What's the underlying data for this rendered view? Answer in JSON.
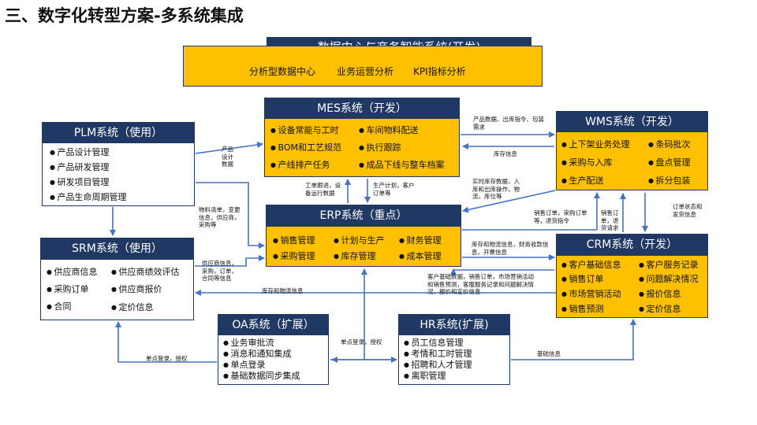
{
  "page_title": "三、数字化转型方案-多系统集成",
  "data_center": {
    "title": "数据中心与商务智能系统(开发)",
    "items": [
      "分析型数据中心",
      "业务运营分析",
      "KPI指标分析"
    ]
  },
  "mes": {
    "title": "MES系统（开发）",
    "items": [
      "设备常能与工时",
      "车间物料配送",
      "BOM和工艺规范",
      "执行跟踪",
      "产线排产任务",
      "成品下线与整车档案"
    ]
  },
  "plm": {
    "title": "PLM系统（使用）",
    "items": [
      "产品设计管理",
      "产品研发管理",
      "研发项目管理",
      "产品生命周期管理"
    ]
  },
  "wms": {
    "title": "WMS系统（开发）",
    "items": [
      "上下架业务处理",
      "条码批次",
      "采购与入库",
      "盘点管理",
      "生产配送",
      "拆分包装"
    ]
  },
  "erp": {
    "title": "ERP系统（重点）",
    "items": [
      "销售管理",
      "计划与生产",
      "财务管理",
      "采购管理",
      "库存管理",
      "成本管理"
    ]
  },
  "srm": {
    "title": "SRM系统（使用）",
    "items": [
      "供应商信息",
      "供应商绩效评估",
      "采购订单",
      "供应商报价",
      "合同",
      "定价信息"
    ]
  },
  "crm": {
    "title": "CRM系统（开发）",
    "items": [
      "客户基础信息",
      "客户服务记录",
      "销售订单",
      "问题解决情况",
      "市场营销活动",
      "报价信息",
      "销售预测",
      "定价信息"
    ]
  },
  "oa": {
    "title": "OA系统（扩展）",
    "items": [
      "业务审批流",
      "消息和通知集成",
      "单点登录",
      "基础数据同步集成"
    ]
  },
  "hr": {
    "title": "HR系统(扩展)",
    "items": [
      "员工信息管理",
      "考情和工时管理",
      "招聘和人才管理",
      "离职管理"
    ]
  },
  "labels": {
    "mes_wms": "产品数据、出库指令、包装需求",
    "wms_mes": "库存信息",
    "plm_mes": "产品设计数据",
    "plm_erp": "物料清单，变更信息，供应商，采购等",
    "erp_mes_left": "工单跟进，设备运行数据",
    "mes_erp_right": "生产计划，客户订单等",
    "wms_erp": "实时库存数据，入库和出库操作，物流，库位等",
    "erp_wms": "销售订单，采购订单等，退货指令",
    "crm_wms": "销售订单，退货请求",
    "wms_crm": "订单状态和发货信息",
    "erp_crm": "库存和物流信息，财务收款信息，开票信息",
    "crm_erp": "客户基础数据，销售订单，市场营销活动和销售预测，客服服务记录和问题解决情况，报价和定价信息",
    "srm_erp": "供应商信息，采购，订单，合同等信息",
    "erp_srm": "库存和物流信息",
    "oa_srm": "单点登录，授权",
    "oa_erp": "单点登录，授权",
    "hr_crm": "基础信息"
  },
  "colors": {
    "navy": "#1f3864",
    "gold": "#ffc000",
    "arrow": "#4472c4"
  }
}
